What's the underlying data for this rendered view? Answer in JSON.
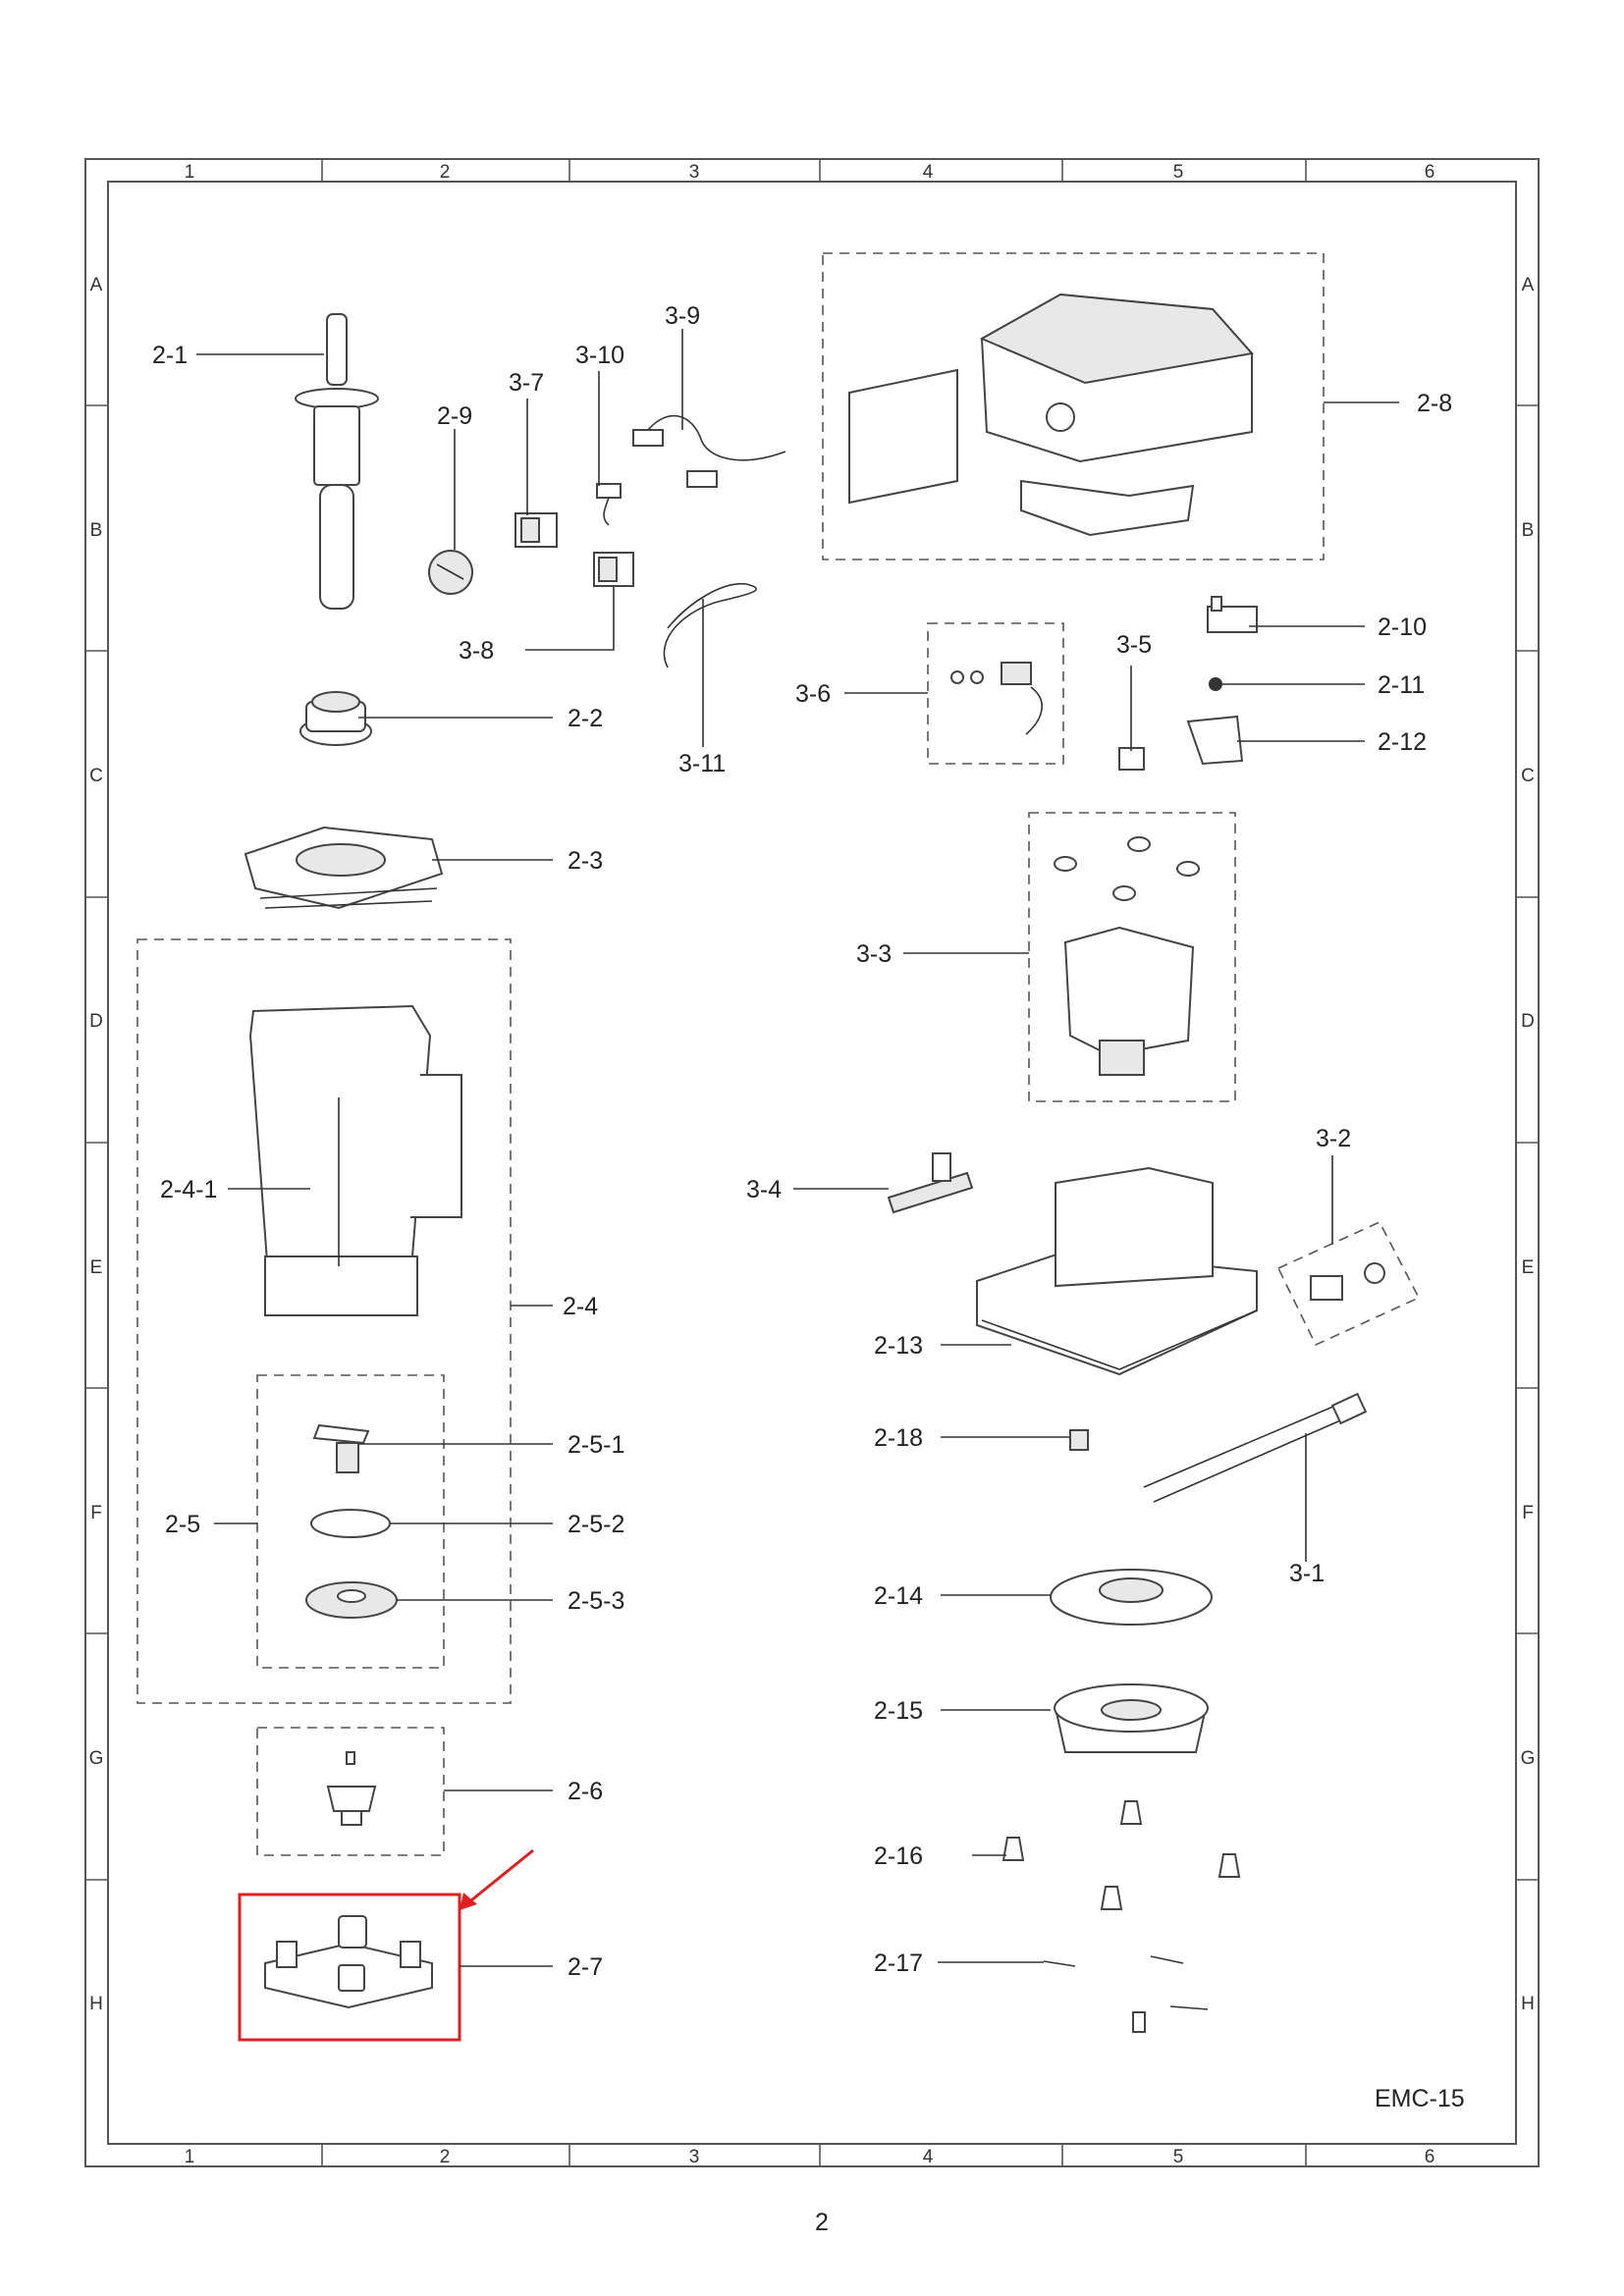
{
  "drawing_code": "EMC-15",
  "page_number": "2",
  "grid_columns": [
    "1",
    "2",
    "3",
    "4",
    "5",
    "6"
  ],
  "grid_rows": [
    "A",
    "B",
    "C",
    "D",
    "E",
    "F",
    "G",
    "H"
  ],
  "parts": {
    "p2_1": "2-1",
    "p2_2": "2-2",
    "p2_3": "2-3",
    "p2_4": "2-4",
    "p2_4_1": "2-4-1",
    "p2_5": "2-5",
    "p2_5_1": "2-5-1",
    "p2_5_2": "2-5-2",
    "p2_5_3": "2-5-3",
    "p2_6": "2-6",
    "p2_7": "2-7",
    "p2_8": "2-8",
    "p2_9": "2-9",
    "p2_10": "2-10",
    "p2_11": "2-11",
    "p2_12": "2-12",
    "p2_13": "2-13",
    "p2_14": "2-14",
    "p2_15": "2-15",
    "p2_16": "2-16",
    "p2_17": "2-17",
    "p2_18": "2-18",
    "p3_1": "3-1",
    "p3_2": "3-2",
    "p3_3": "3-3",
    "p3_4": "3-4",
    "p3_5": "3-5",
    "p3_6": "3-6",
    "p3_7": "3-7",
    "p3_8": "3-8",
    "p3_9": "3-9",
    "p3_10": "3-10",
    "p3_11": "3-11"
  },
  "highlight": {
    "part": "2-7",
    "color": "#e02020"
  }
}
